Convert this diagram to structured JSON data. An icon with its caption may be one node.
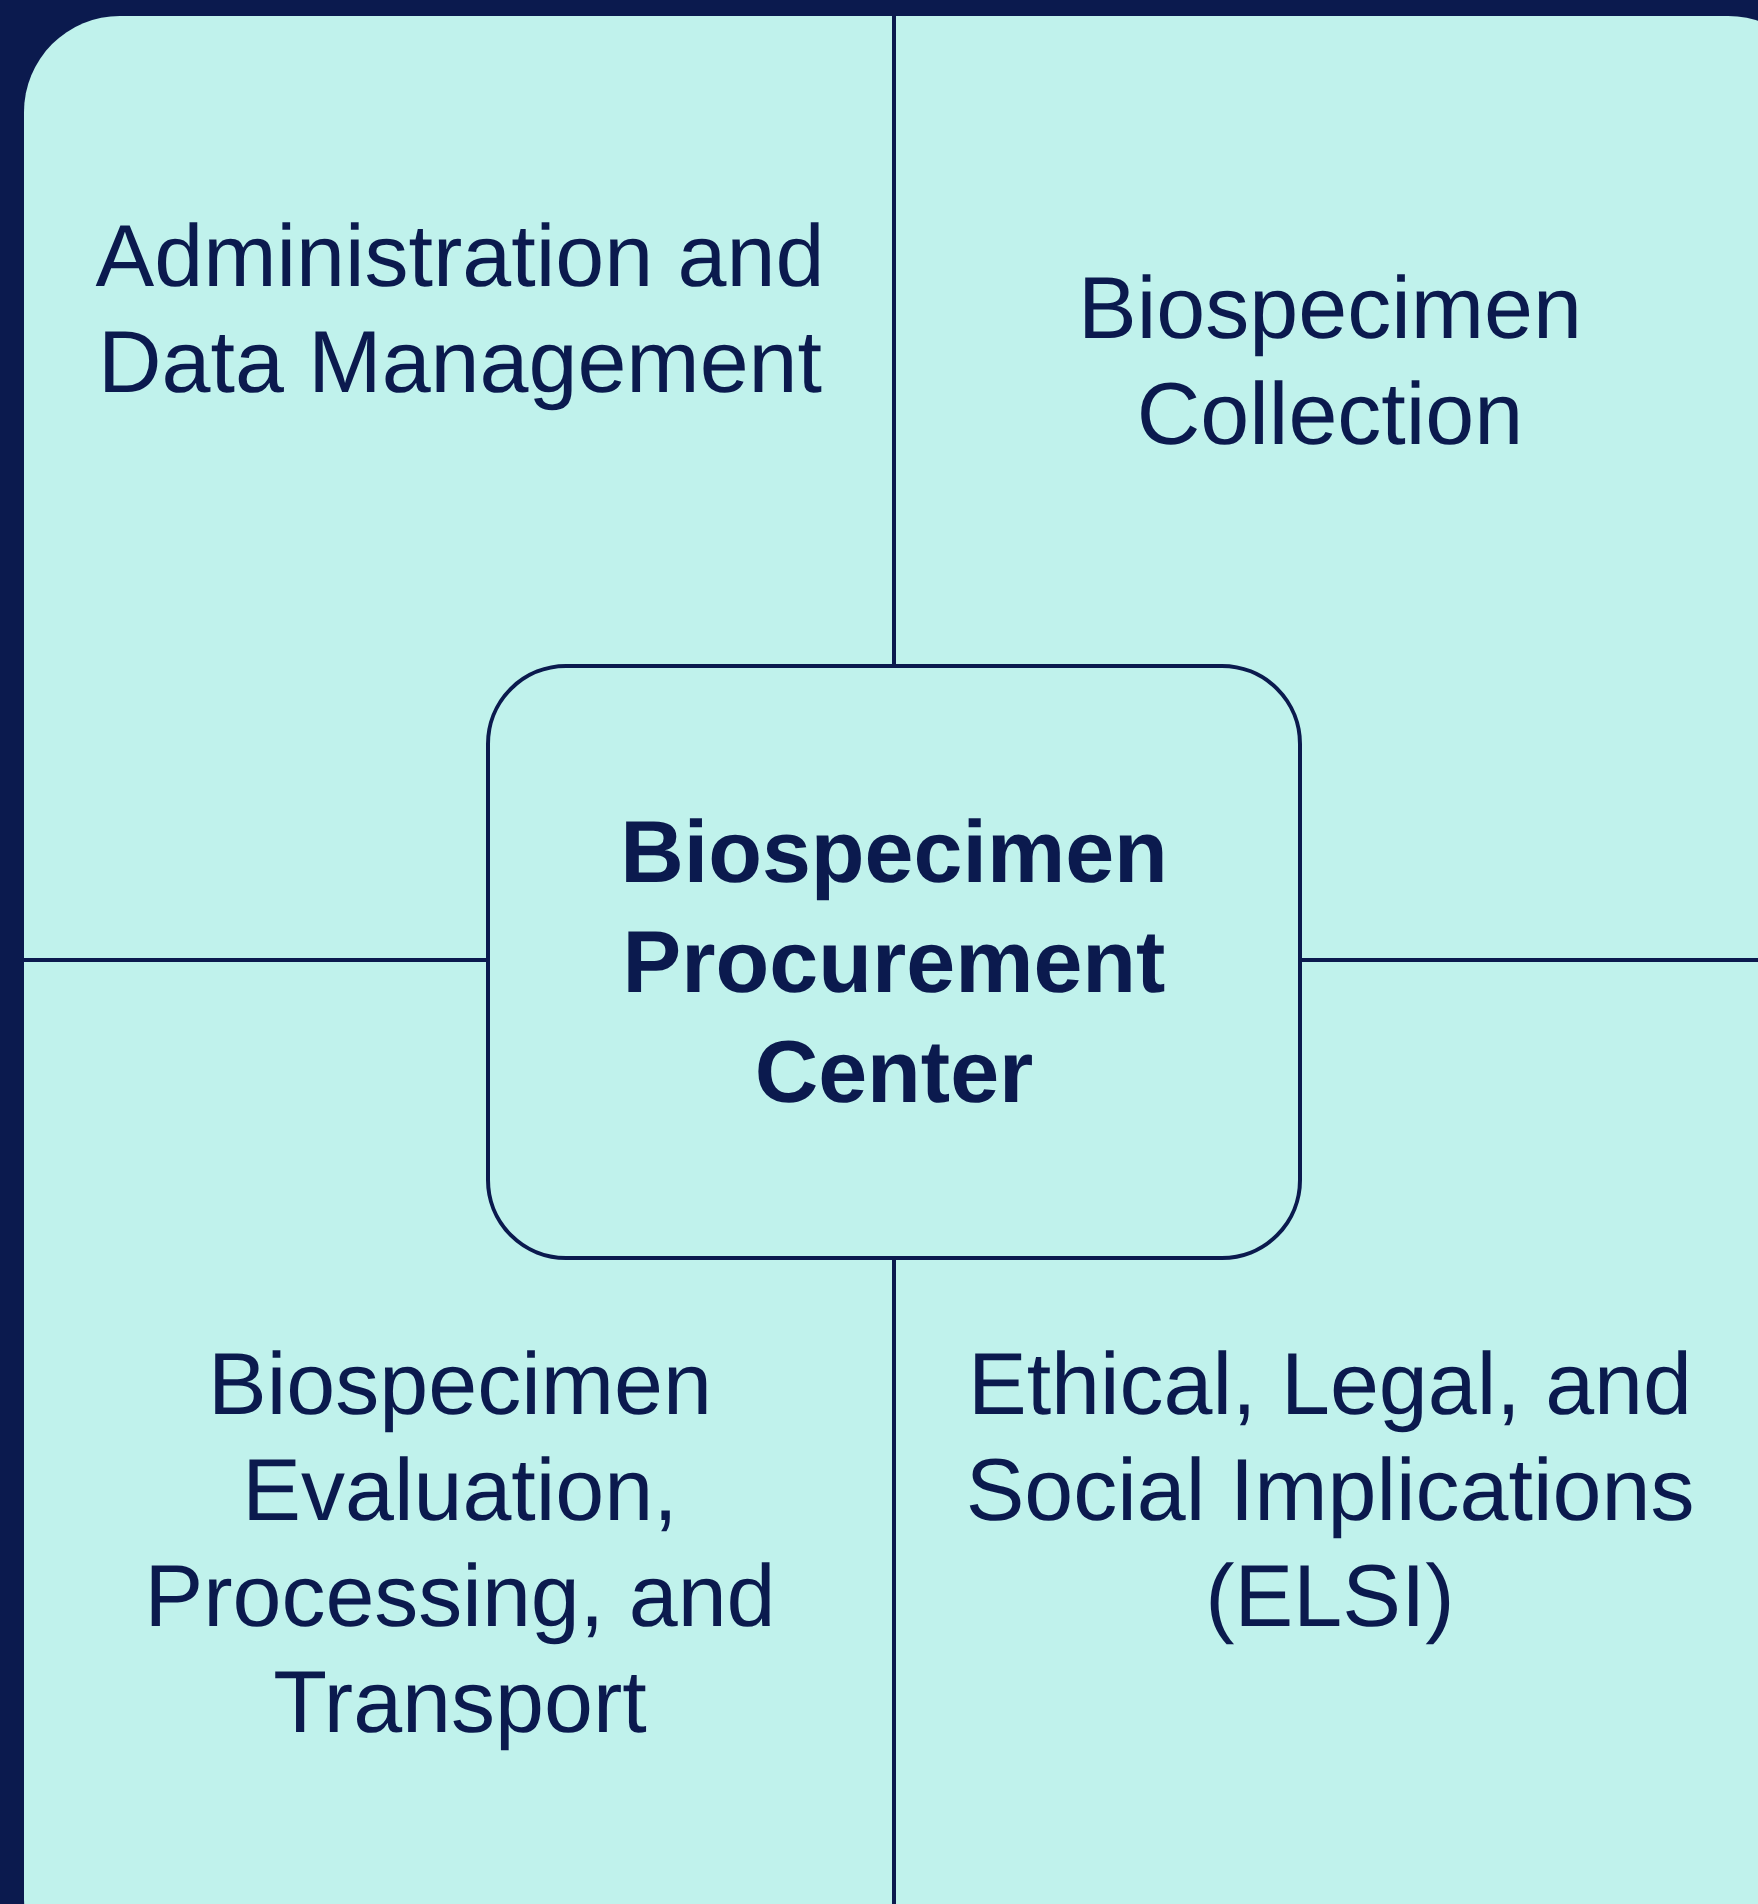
{
  "diagram": {
    "nodes": [
      {
        "text": [
          "Biospecimen Procurement Center"
        ]
      }
    ],
    "labels": [
      "Administration and Data Management",
      "Biospecimen Collection",
      "Biospecimen Evaluation, Processing, and Transport",
      "Ethical, Legal, and Social Implications (ELSI)"
    ]
  }
}
